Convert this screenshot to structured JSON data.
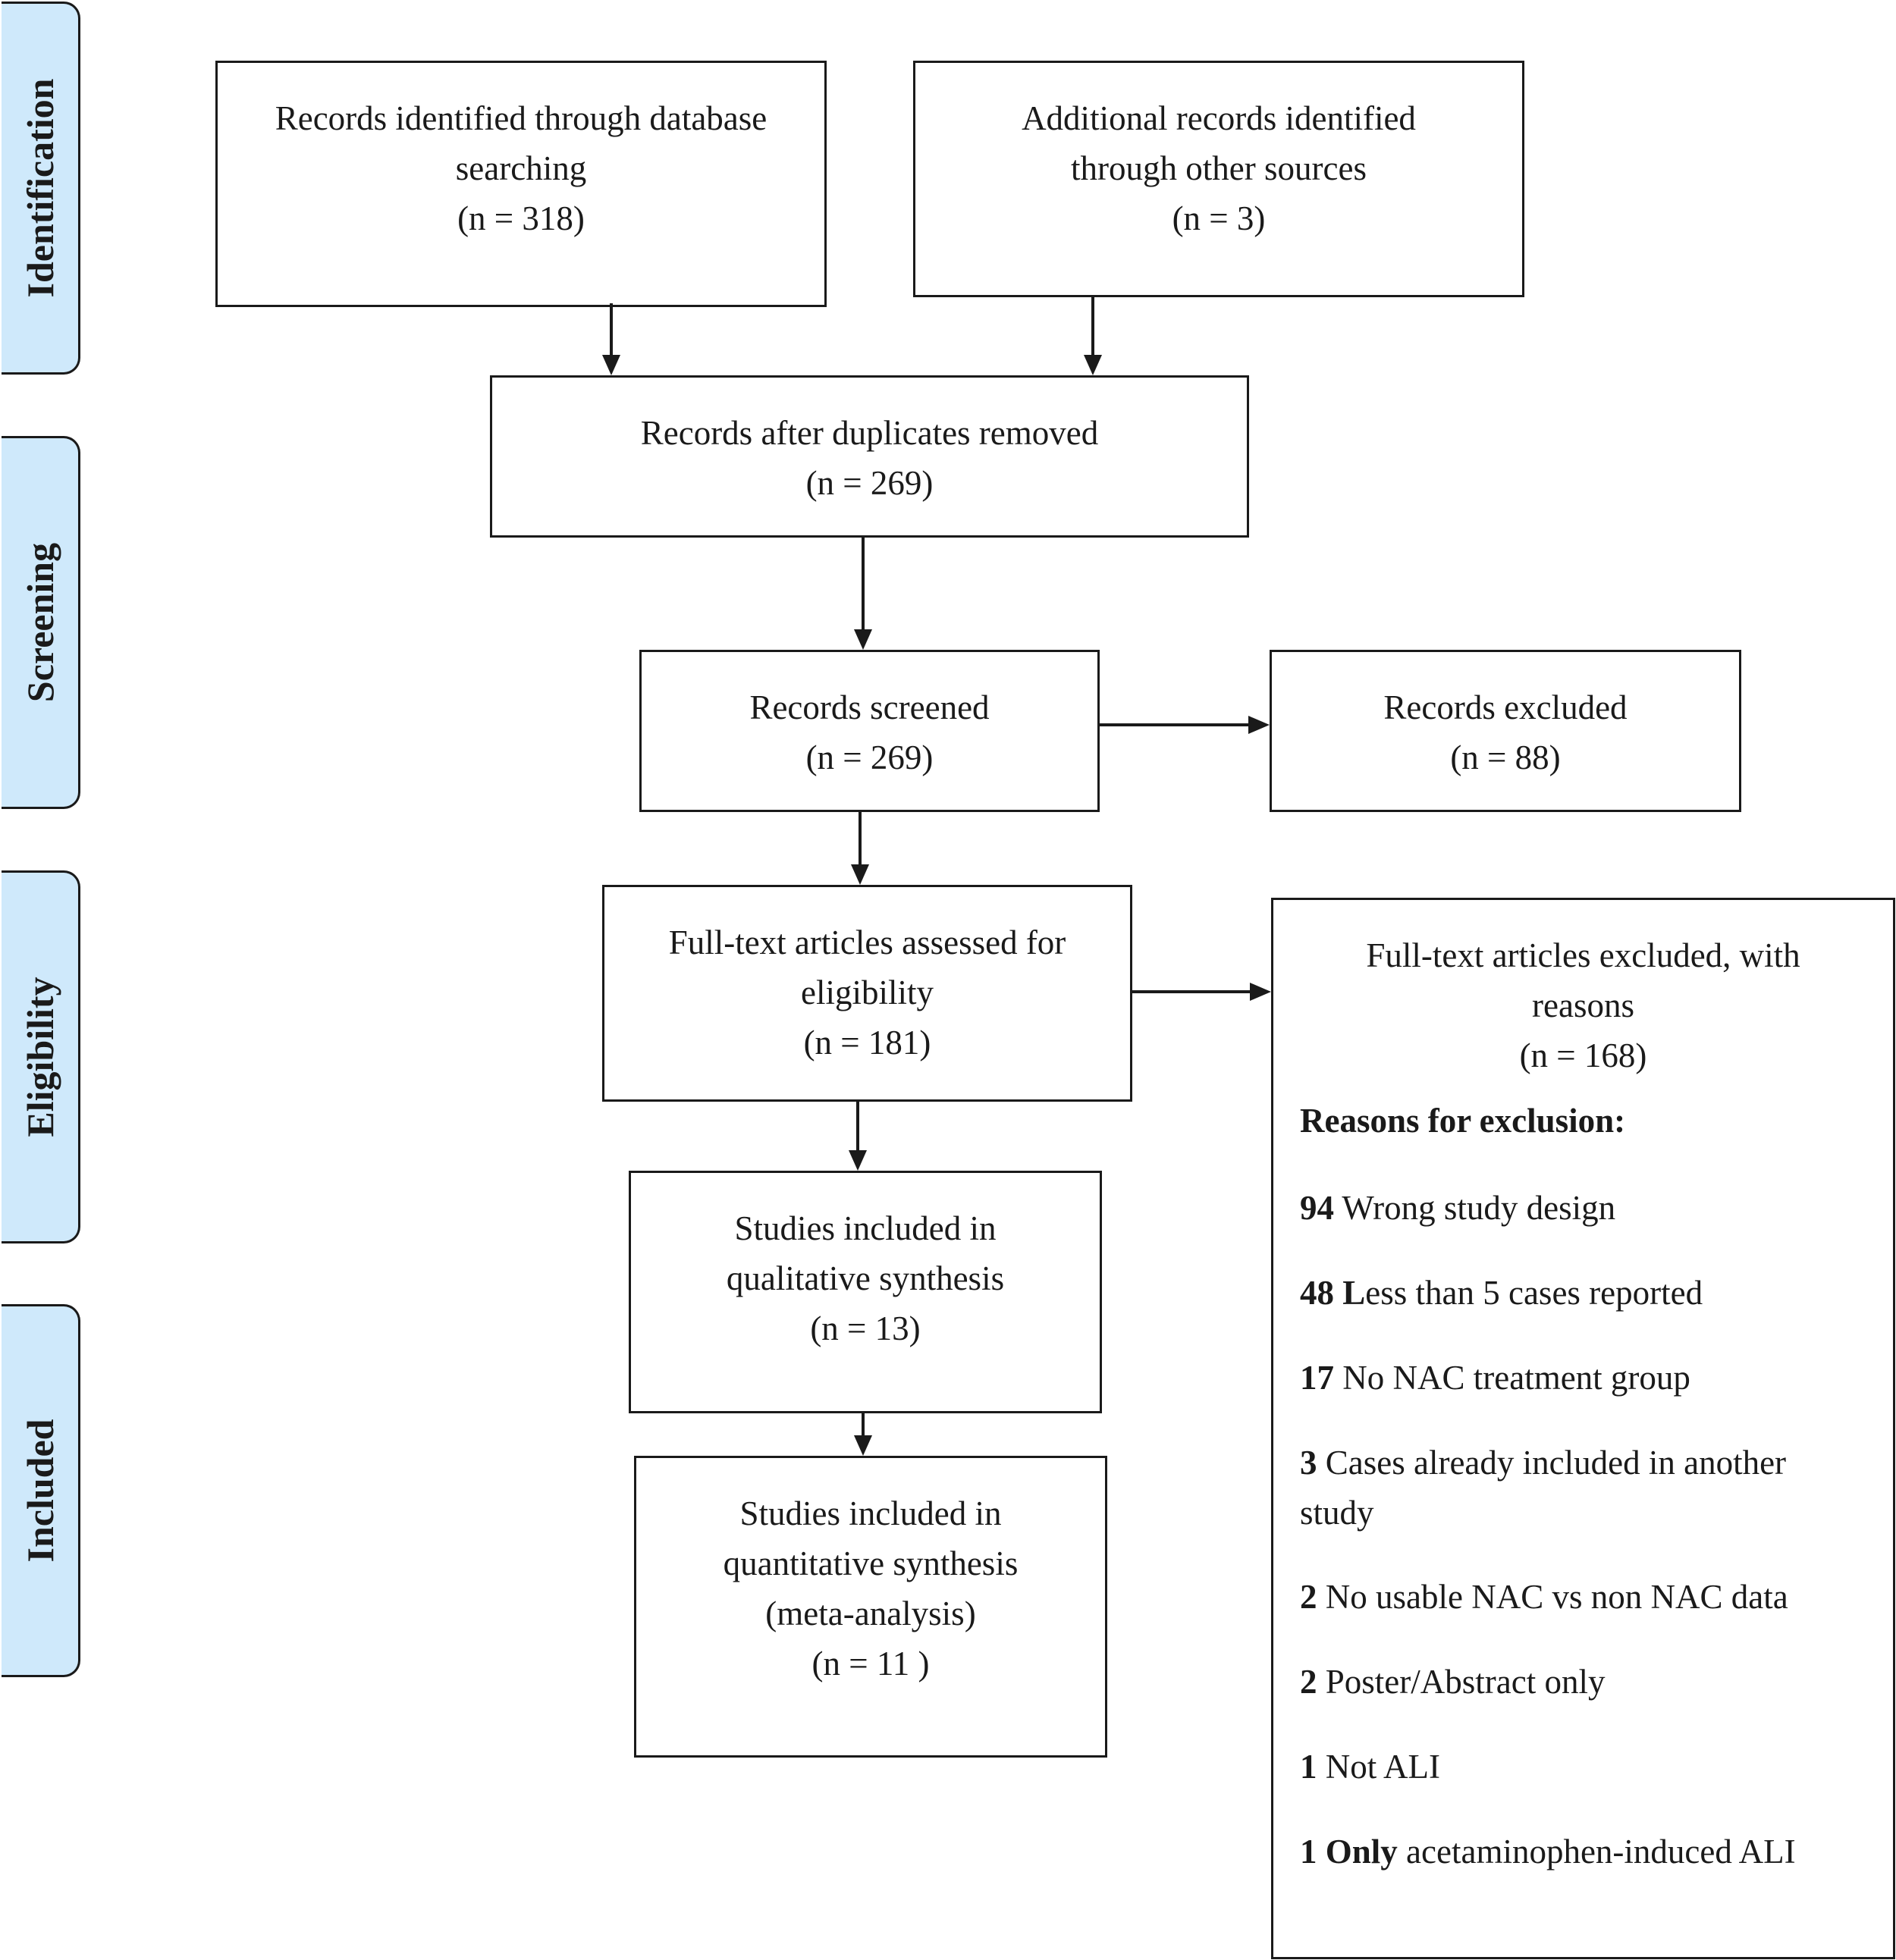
{
  "phases": {
    "identification": "Identification",
    "screening": "Screening",
    "eligibility": "Eligibility",
    "included": "Included"
  },
  "boxes": {
    "database": {
      "lines": [
        "Records identified through database",
        "searching",
        "(n = 318)"
      ]
    },
    "other_sources": {
      "lines": [
        "Additional records identified",
        "through other sources",
        "(n = 3)"
      ]
    },
    "duplicates_removed": {
      "lines": [
        "Records after duplicates removed",
        "(n = 269)"
      ]
    },
    "screened": {
      "lines": [
        "Records screened",
        "(n = 269)"
      ]
    },
    "excluded": {
      "lines": [
        "Records excluded",
        "(n = 88)"
      ]
    },
    "full_text": {
      "lines": [
        "Full-text articles assessed for",
        "eligibility",
        "(n = 181)"
      ]
    },
    "qualitative": {
      "lines": [
        "Studies included in",
        "qualitative synthesis",
        "(n = 13)"
      ]
    },
    "quantitative": {
      "lines": [
        "Studies included in",
        "quantitative synthesis",
        "(meta-analysis)",
        "(n = 11 )"
      ]
    }
  },
  "exclusions": {
    "heading_lines": [
      "Full-text articles excluded, with",
      "reasons",
      "(n = 168)"
    ],
    "reasons_title": "Reasons for exclusion:",
    "reasons": [
      {
        "count": "94",
        "text": " Wrong study design"
      },
      {
        "count": "48 L",
        "text": "ess than 5 cases reported"
      },
      {
        "count": "17",
        "text": " No NAC treatment group"
      },
      {
        "count": "3",
        "text": " Cases already included in another study"
      },
      {
        "count": "2",
        "text": " No usable NAC vs non NAC data"
      },
      {
        "count": "2",
        "text": " Poster/Abstract only"
      },
      {
        "count": "1",
        "text": " Not ALI"
      },
      {
        "count": "1 Only",
        "text": " acetaminophen-induced ALI"
      }
    ]
  }
}
